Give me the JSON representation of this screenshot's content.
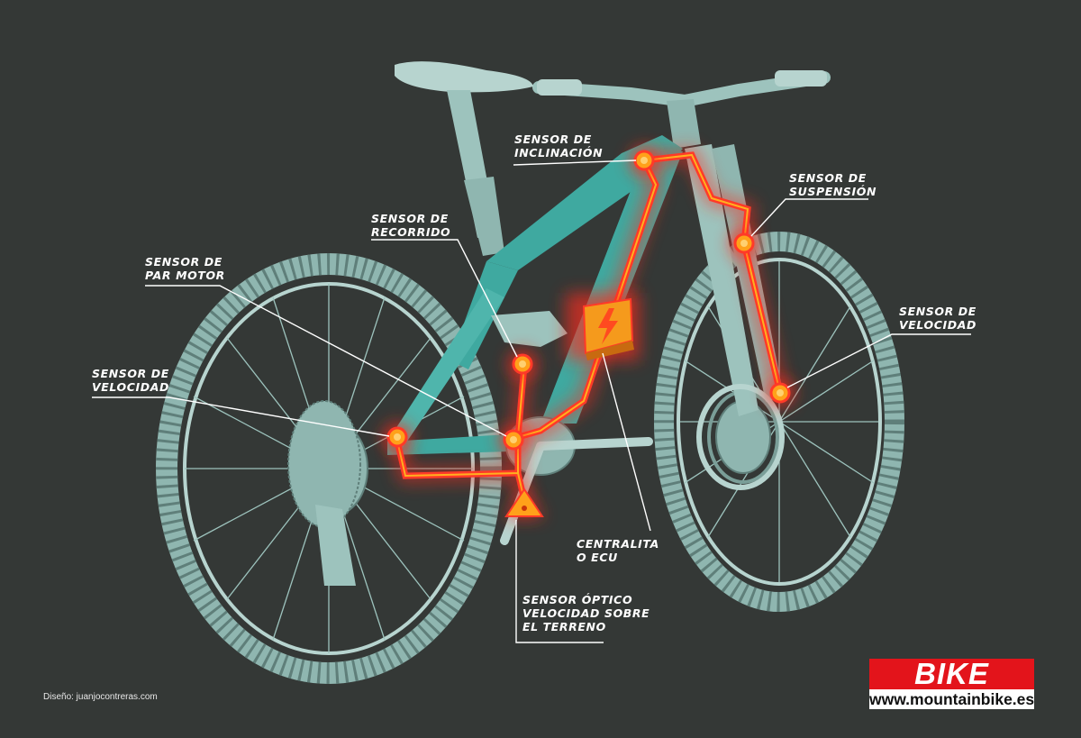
{
  "labels": {
    "inclinacion": [
      "SENSOR DE",
      "INCLINACIÓN"
    ],
    "suspension": [
      "SENSOR DE",
      "SUSPENSIÓN"
    ],
    "recorrido": [
      "SENSOR DE",
      "RECORRIDO"
    ],
    "par_motor": [
      "SENSOR DE",
      "PAR MOTOR"
    ],
    "velocidad_front": [
      "SENSOR DE",
      "VELOCIDAD"
    ],
    "velocidad_rear": [
      "SENSOR DE",
      "VELOCIDAD"
    ],
    "centralita": [
      "CENTRALITA",
      "O ECU"
    ],
    "optico": [
      "SENSOR ÓPTICO",
      "VELOCIDAD SOBRE",
      "EL TERRENO"
    ]
  },
  "credit": "Diseño: juanjocontreras.com",
  "logo": {
    "brand": "BIKE",
    "url": "www.mountainbike.es"
  },
  "colors": {
    "background": "#343836",
    "bike": "#9dc3bd",
    "frame": "#3fa9a0",
    "wiring": "#ff2a1f",
    "sensor": "#ffa11a",
    "leader": "#ffffff",
    "brand_red": "#e3141b"
  },
  "icons": {
    "ecu": "lightning-icon",
    "optical": "triangle-icon"
  }
}
